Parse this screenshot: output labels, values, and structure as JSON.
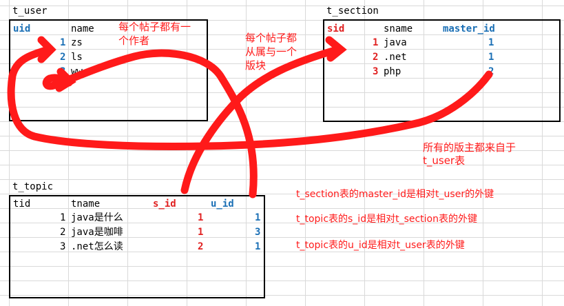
{
  "tables": {
    "t_user": {
      "caption": "t_user",
      "headers": [
        "uid",
        "name"
      ],
      "rows": [
        [
          "1",
          "zs"
        ],
        [
          "2",
          "ls"
        ],
        [
          "3",
          "ww"
        ]
      ]
    },
    "t_section": {
      "caption": "t_section",
      "headers": [
        "sid",
        "sname",
        "master_id"
      ],
      "rows": [
        [
          "1",
          "java",
          "1"
        ],
        [
          "2",
          ".net",
          "1"
        ],
        [
          "3",
          "php",
          "2"
        ]
      ]
    },
    "t_topic": {
      "caption": "t_topic",
      "headers": [
        "tid",
        "tname",
        "s_id",
        "u_id"
      ],
      "rows": [
        [
          "1",
          "java是什么",
          "1",
          "1"
        ],
        [
          "2",
          "java是咖啡",
          "1",
          "3"
        ],
        [
          "3",
          ".net怎么读",
          "2",
          "1"
        ]
      ]
    }
  },
  "annotations": {
    "author_line1": "每个帖子都有一",
    "author_line2": "个作者",
    "section_line1": "每个帖子都",
    "section_line2": "从属与一个",
    "section_line3": "版块",
    "master_line1": "所有的版主都来自于",
    "master_line2": "t_user表",
    "fk1": "t_section表的master_id是相对t_user的外键",
    "fk2": "t_topic表的s_id是相对t_section表的外键",
    "fk3": "t_topic表的u_id是相对t_user表的外键"
  },
  "colors": {
    "arrow": "#ff1a1a",
    "pk_fk_blue": "#1a6fb5",
    "pk_fk_red": "#e02020",
    "gridline": "#d9d9d9"
  }
}
